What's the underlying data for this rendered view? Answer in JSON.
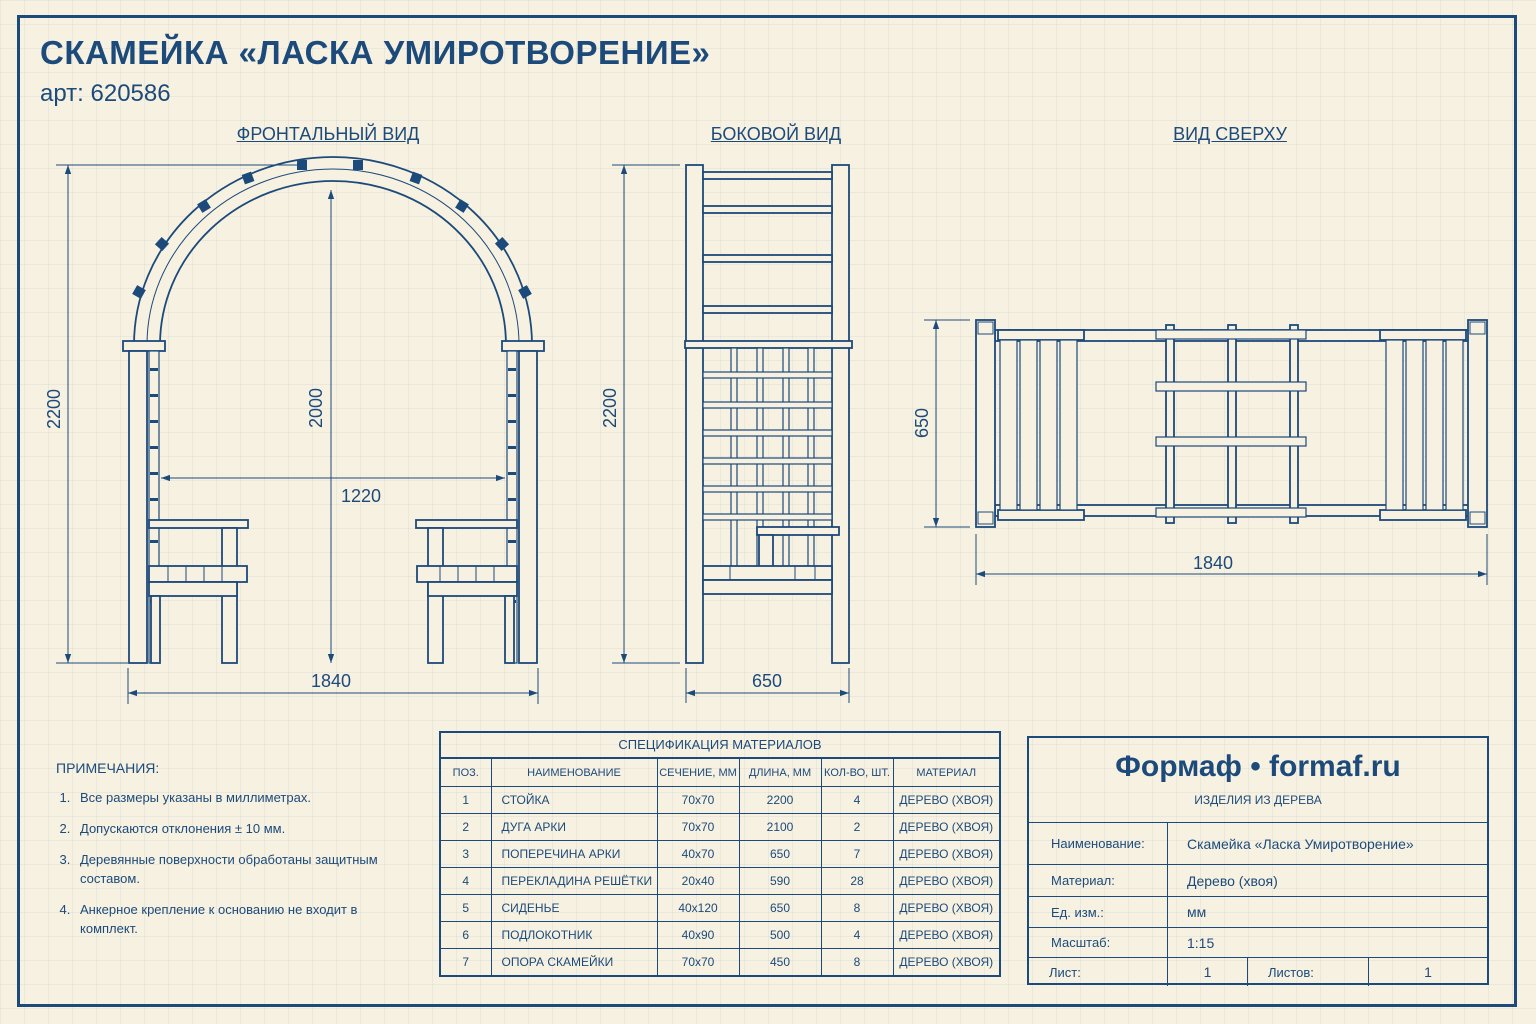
{
  "header": {
    "title": "СКАМЕЙКА «ЛАСКА УМИРОТВОРЕНИЕ»",
    "article": "арт: 620586"
  },
  "views": {
    "front": {
      "label": "ФРОНТАЛЬНЫЙ ВИД",
      "dim_height": "2200",
      "dim_inner_height": "2000",
      "dim_inner_width": "1220",
      "dim_width": "1840"
    },
    "side": {
      "label": "БОКОВОЙ ВИД",
      "dim_height": "2200",
      "dim_width": "650"
    },
    "top": {
      "label": "ВИД СВЕРХУ",
      "dim_depth": "650",
      "dim_width": "1840"
    }
  },
  "notes": {
    "heading": "ПРИМЕЧАНИЯ:",
    "items": [
      "Все размеры указаны в миллиметрах.",
      "Допускаются отклонения ± 10 мм.",
      "Деревянные поверхности обработаны защитным составом.",
      "Анкерное крепление к основанию не входит в комплект."
    ]
  },
  "spec": {
    "caption": "СПЕЦИФИКАЦИЯ МАТЕРИАЛОВ",
    "columns": [
      "ПОЗ.",
      "НАИМЕНОВАНИЕ",
      "СЕЧЕНИЕ, ММ",
      "ДЛИНА, ММ",
      "КОЛ-ВО, ШТ.",
      "МАТЕРИАЛ"
    ],
    "rows": [
      [
        "1",
        "СТОЙКА",
        "70x70",
        "2200",
        "4",
        "ДЕРЕВО (ХВОЯ)"
      ],
      [
        "2",
        "ДУГА АРКИ",
        "70x70",
        "2100",
        "2",
        "ДЕРЕВО (ХВОЯ)"
      ],
      [
        "3",
        "ПОПЕРЕЧИНА АРКИ",
        "40x70",
        "650",
        "7",
        "ДЕРЕВО (ХВОЯ)"
      ],
      [
        "4",
        "ПЕРЕКЛАДИНА РЕШЁТКИ",
        "20x40",
        "590",
        "28",
        "ДЕРЕВО (ХВОЯ)"
      ],
      [
        "5",
        "СИДЕНЬЕ",
        "40x120",
        "650",
        "8",
        "ДЕРЕВО (ХВОЯ)"
      ],
      [
        "6",
        "ПОДЛОКОТНИК",
        "40x90",
        "500",
        "4",
        "ДЕРЕВО (ХВОЯ)"
      ],
      [
        "7",
        "ОПОРА СКАМЕЙКИ",
        "70x70",
        "450",
        "8",
        "ДЕРЕВО (ХВОЯ)"
      ]
    ]
  },
  "title_block": {
    "brand": "Формаф • formaf.ru",
    "brand_sub": "ИЗДЕЛИЯ ИЗ ДЕРЕВА",
    "name_label": "Наименование:",
    "name_value": "Скамейка «Ласка Умиротворение»",
    "material_label": "Материал:",
    "material_value": "Дерево (хвоя)",
    "unit_label": "Ед. изм.:",
    "unit_value": "мм",
    "scale_label": "Масштаб:",
    "scale_value": "1:15",
    "sheet_label": "Лист:",
    "sheet_value": "1",
    "sheets_label": "Листов:",
    "sheets_value": "1"
  },
  "colors": {
    "ink": "#1c4a7a",
    "paper": "#f7f1e1"
  }
}
